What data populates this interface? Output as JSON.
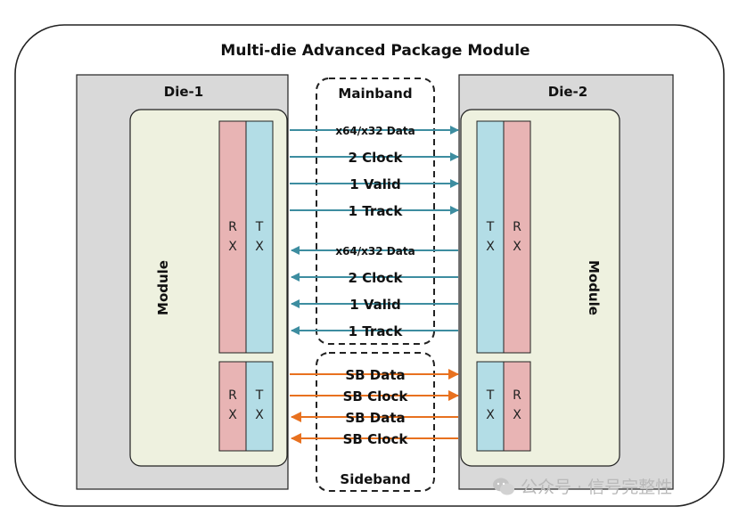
{
  "title": "Multi-die Advanced Package Module",
  "die1": {
    "label": "Die-1",
    "module_label": "Module"
  },
  "die2": {
    "label": "Die-2",
    "module_label": "Module"
  },
  "mainband": {
    "label": "Mainband",
    "signals": [
      "x64/x32 Data",
      "2 Clock",
      "1 Valid",
      "1 Track",
      "x64/x32 Data",
      "2 Clock",
      "1 Valid",
      "1 Track"
    ]
  },
  "sideband": {
    "label": "Sideband",
    "signals": [
      "SB Data",
      "SB Clock",
      "SB Data",
      "SB Clock"
    ]
  },
  "lane_letters": {
    "rx1": "R",
    "rx2": "X",
    "tx1": "T",
    "tx2": "X"
  },
  "colors": {
    "mainband_arrow": "#3d8da0",
    "sideband_arrow": "#e8711f",
    "die_fill": "#d9d9d9",
    "module_fill": "#eef1df",
    "rx_fill": "#e8b4b4",
    "tx_fill": "#b3dde6"
  },
  "watermark": "公众号 · 信号完整性"
}
